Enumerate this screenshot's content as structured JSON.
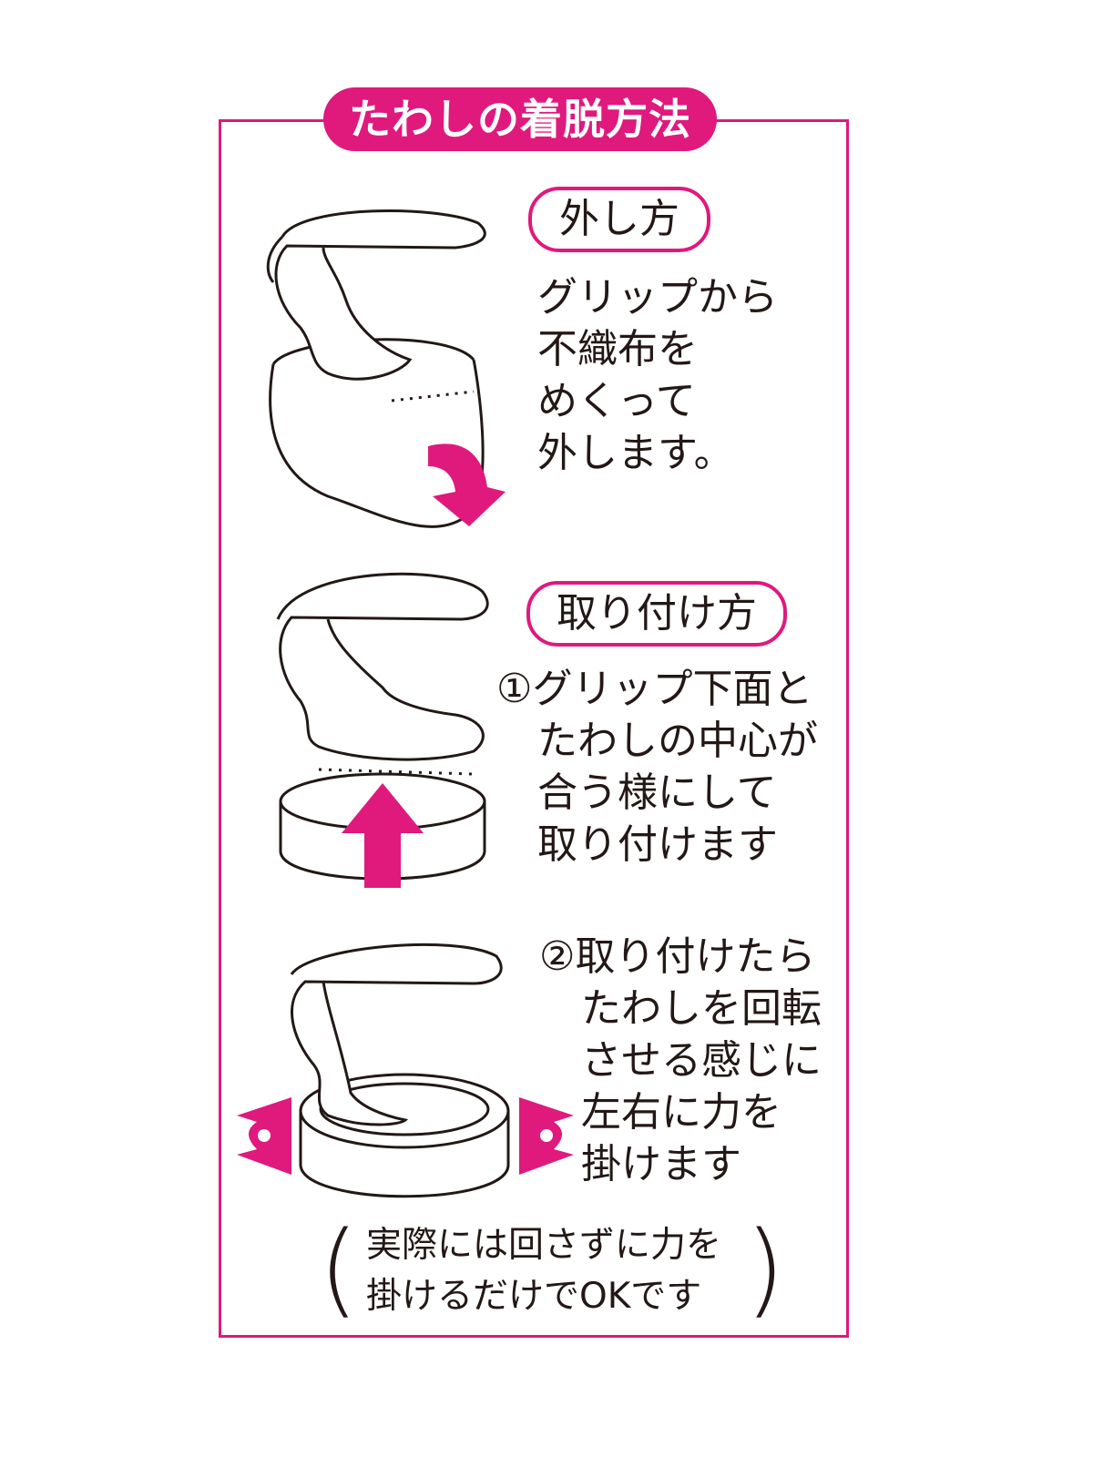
{
  "title": "たわしの着脱方法",
  "sections": {
    "remove": {
      "heading": "外し方",
      "lines": [
        "グリップから",
        "不織布を",
        "めくって",
        "外します。"
      ]
    },
    "attach": {
      "heading": "取り付け方",
      "step1": [
        "①グリップ下面と",
        "たわしの中心が",
        "合う様にして",
        "取り付けます"
      ],
      "step2": [
        "②取り付けたら",
        "たわしを回転",
        "させる感じに",
        "左右に力を",
        "掛けます"
      ]
    }
  },
  "note": {
    "open_paren": "(",
    "close_paren": ")",
    "lines": [
      "実際には回さずに力を",
      "掛けるだけでOKです"
    ]
  },
  "colors": {
    "accent": "#e0197d",
    "ink": "#231815"
  },
  "icons": [
    "arrow-down-icon",
    "arrow-up-icon",
    "rotate-left-icon",
    "rotate-right-icon"
  ]
}
